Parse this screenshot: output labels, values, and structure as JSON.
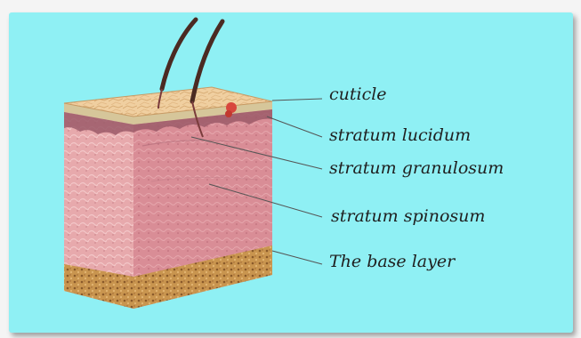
{
  "colors": {
    "background": "#8ff0f4",
    "skin_side": "#e7a9ac",
    "skin_front": "#d98d96",
    "skin_top": "#f0cfa0",
    "cuticle_band": "#d6c69a",
    "lucidum_band": "#9b5a68",
    "base_layer": "#c9954f",
    "hair": "#4b2a22",
    "leader_line": "#555555"
  },
  "labels": [
    {
      "id": "cuticle",
      "text": "cuticle"
    },
    {
      "id": "stratum-lucidum",
      "text": "stratum lucidum"
    },
    {
      "id": "stratum-granulosum",
      "text": "stratum granulosum"
    },
    {
      "id": "stratum-spinosum",
      "text": "stratum spinosum"
    },
    {
      "id": "base-layer",
      "text": "The base layer"
    }
  ]
}
